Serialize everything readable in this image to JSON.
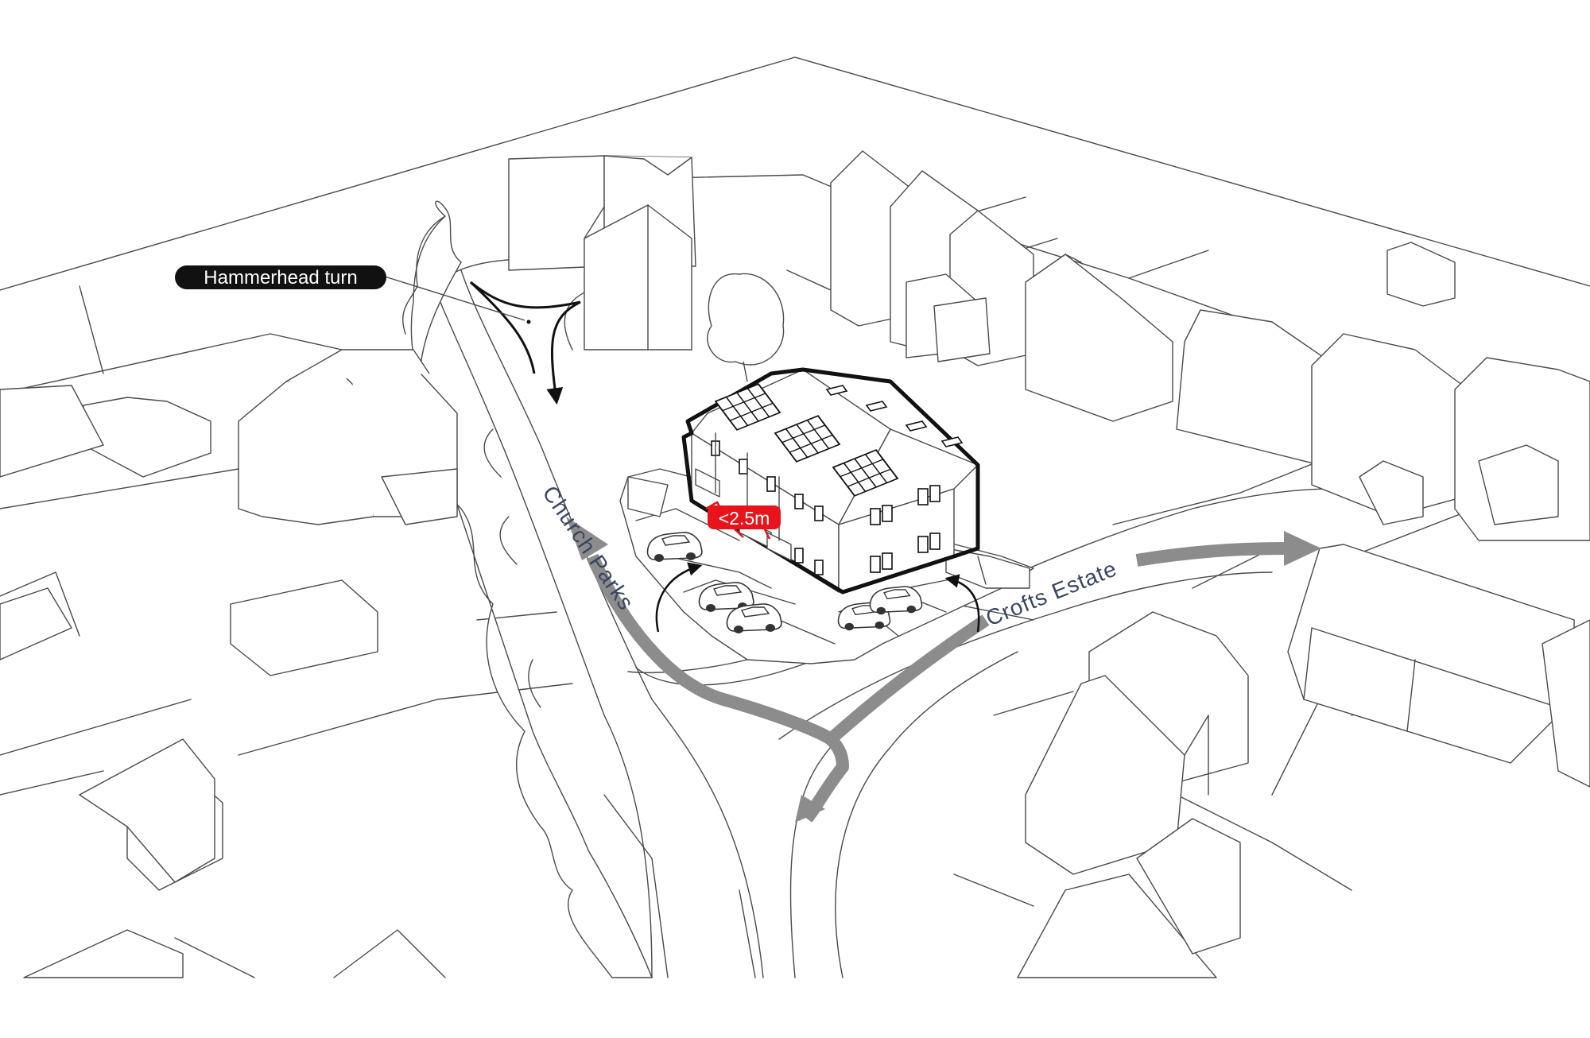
{
  "labels": {
    "hammerhead": "Hammerhead turn",
    "distance": "<2.5m",
    "church_parks": "Church Parks",
    "crofts_estate": "Crofts Estate"
  },
  "colors": {
    "line": "#4a4a4a",
    "outline": "#111111",
    "arrow_grey": "#8c8c8c",
    "road_text": "#3a4560",
    "highlight_red": "#e8131b",
    "label_black": "#111111",
    "background": "#ffffff"
  },
  "icons": {
    "arrow": "grey-arrow",
    "panel": "solar-panel-icon",
    "car": "car-icon",
    "tree": "tree-icon"
  }
}
